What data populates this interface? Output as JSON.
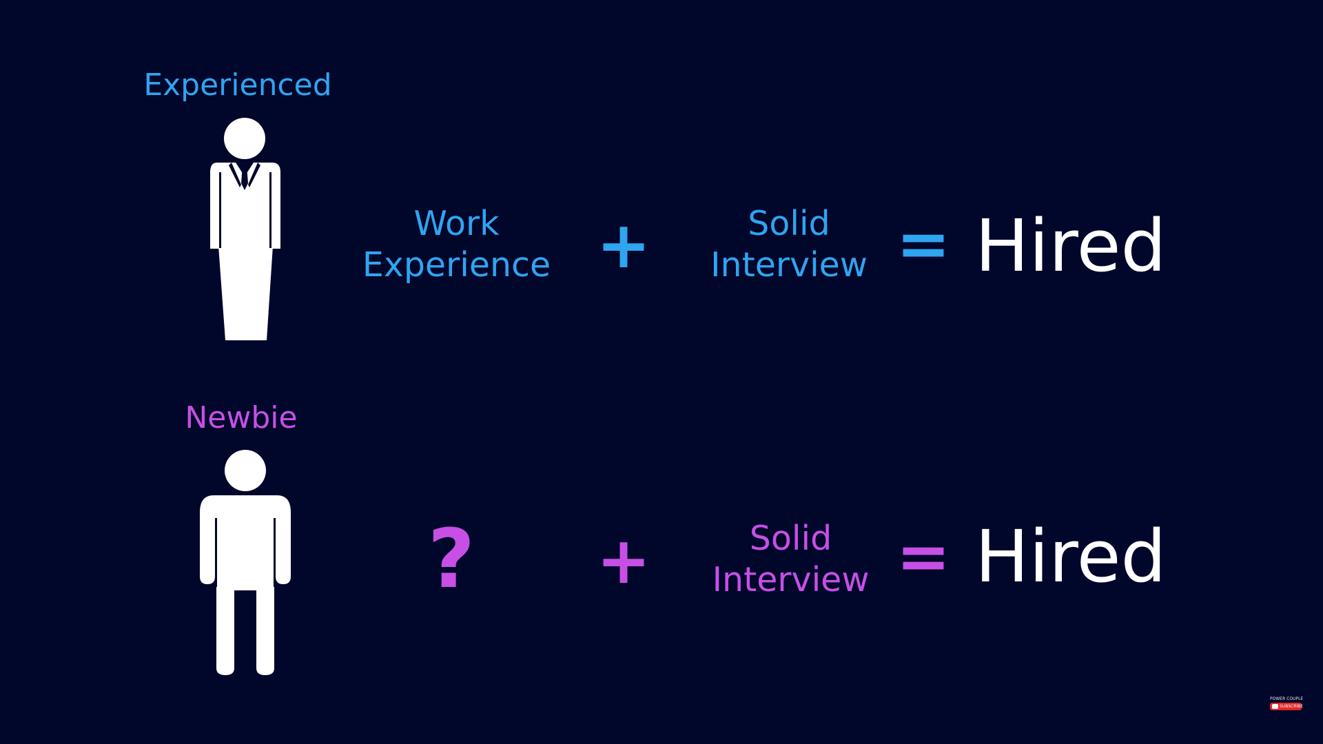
{
  "colors": {
    "background": "#01062b",
    "experienced_accent": "#2fa5f0",
    "newbie_accent": "#c84fe6",
    "result_text": "#ffffff"
  },
  "rows": {
    "experienced": {
      "role_label": "Experienced",
      "figure_icon": "businessman-icon",
      "term1_line1": "Work",
      "term1_line2": "Experience",
      "plus": "+",
      "term2_line1": "Solid",
      "term2_line2": "Interview",
      "equals": "=",
      "result": "Hired"
    },
    "newbie": {
      "role_label": "Newbie",
      "figure_icon": "person-icon",
      "term1": "?",
      "plus": "+",
      "term2_line1": "Solid",
      "term2_line2": "Interview",
      "equals": "=",
      "result": "Hired"
    }
  },
  "watermark": {
    "channel": "POWER COUPLE",
    "button_label": "SUBSCRIBE"
  }
}
